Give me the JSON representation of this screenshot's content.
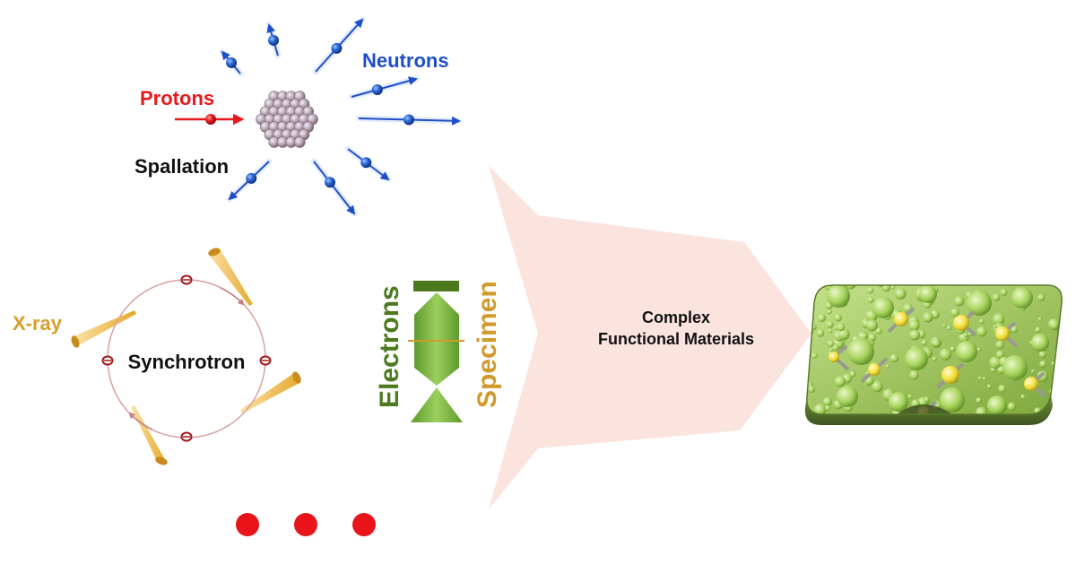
{
  "colors": {
    "protons": "#e8191b",
    "neutrons": "#1f4fc7",
    "neutron_ball": "#2f6cd6",
    "xray": "#d4a02a",
    "beam": "#f3c45a",
    "ring": "#c98080",
    "electrons": "#4d7a1e",
    "column": "#7bb043",
    "specimen": "#d19a2c",
    "big_arrow": "#fbe3dc",
    "dots": "#e8141a",
    "material_base": "#9cc45a",
    "material_atom": "#f2df3a",
    "nucleus": "#b6a4b4"
  },
  "spallation": {
    "protons_label": "Protons",
    "neutrons_label": "Neutrons",
    "spallation_label": "Spallation"
  },
  "synchrotron": {
    "xray_label": "X-ray",
    "ring_label": "Synchrotron"
  },
  "electron_microscope": {
    "electrons_label": "Electrons",
    "specimen_label": "Specimen"
  },
  "target": {
    "label_line1": "Complex",
    "label_line2": "Functional Materials"
  },
  "more_dots_count": 3
}
